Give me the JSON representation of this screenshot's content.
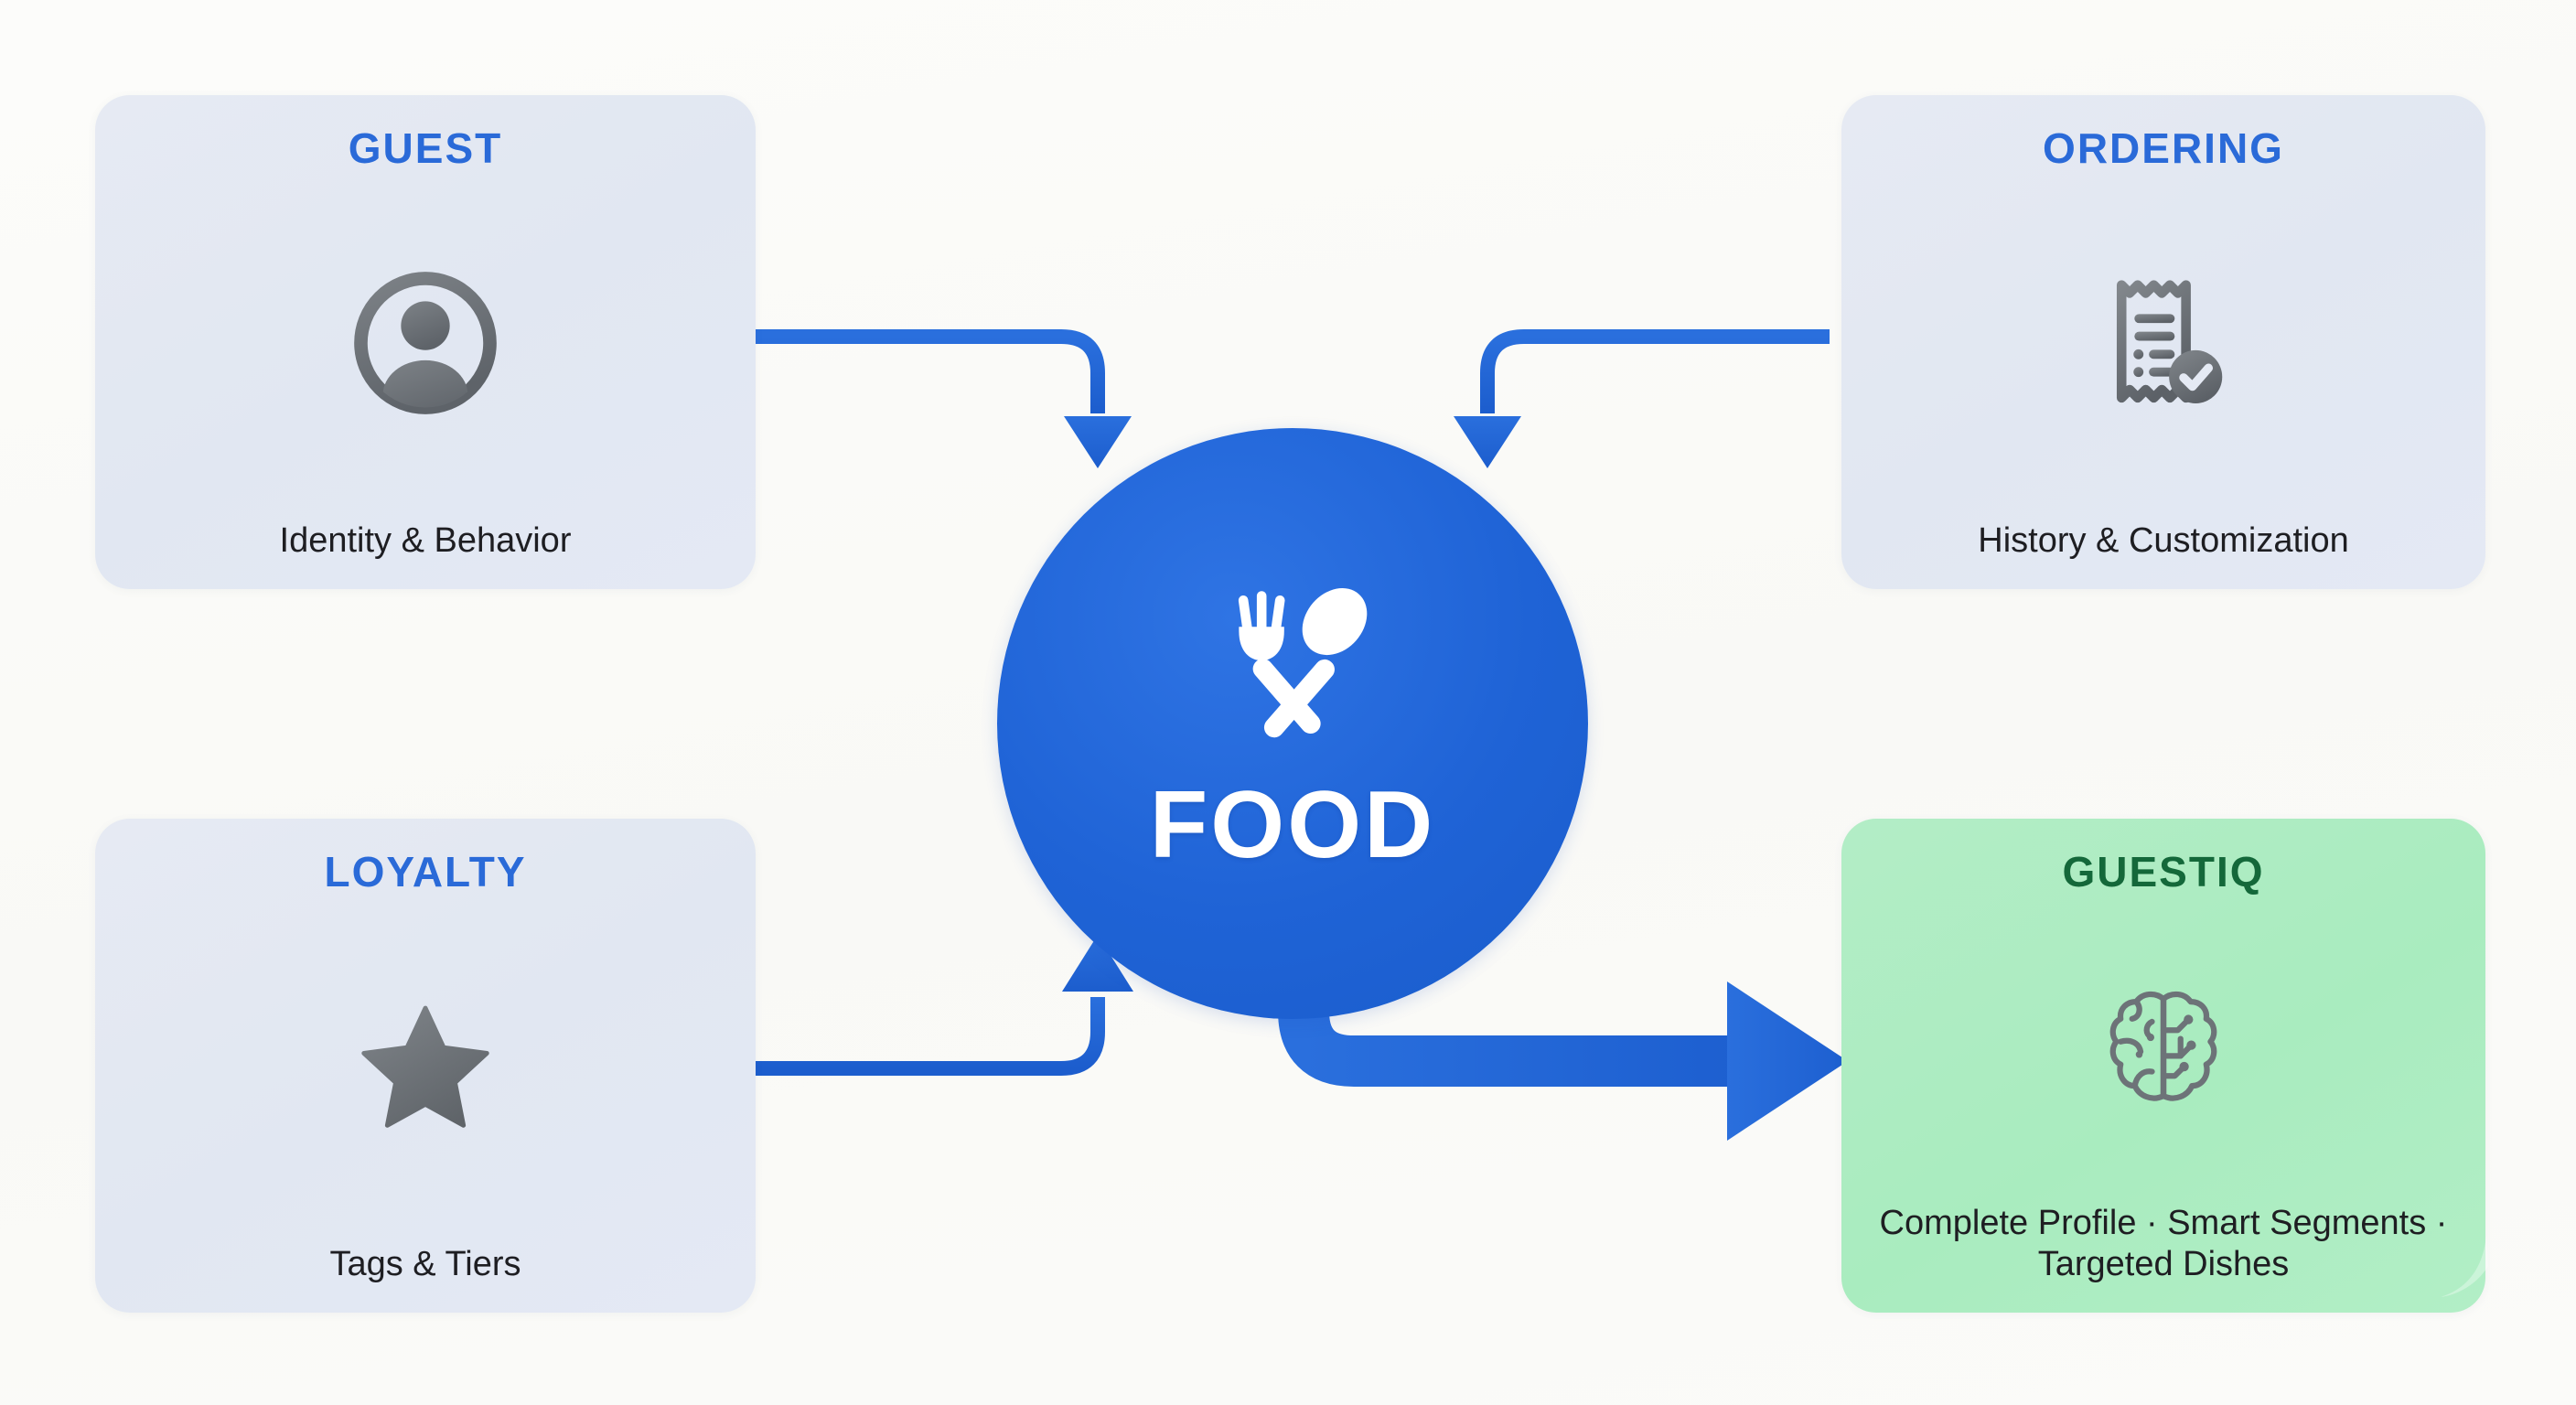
{
  "diagram": {
    "title": "FOOD guest data convergence diagram",
    "background_color": "#fbfbf8",
    "accent_blue": "#2a6ad8",
    "hub_blue": "#1f63d6",
    "card_blue_bg": "#e3e8f3",
    "card_green_bg": "#ade9c1",
    "green_title_color": "#14683a",
    "icon_gray": "#6d7378",
    "caption_color": "#1e1e22"
  },
  "hub": {
    "label": "FOOD",
    "icon": "fork-and-spoon-icon",
    "color": "#1f63d6",
    "text_color": "#ffffff"
  },
  "cards": [
    {
      "id": "guest",
      "title": "GUEST",
      "caption": "Identity & Behavior",
      "icon": "user-avatar-icon",
      "variant": "blue",
      "position": "top-left"
    },
    {
      "id": "ordering",
      "title": "ORDERING",
      "caption": "History & Customization",
      "icon": "receipt-check-icon",
      "variant": "blue",
      "position": "top-right"
    },
    {
      "id": "loyalty",
      "title": "LOYALTY",
      "caption": "Tags & Tiers",
      "icon": "star-icon",
      "variant": "blue",
      "position": "bottom-left"
    },
    {
      "id": "guestiq",
      "title": "GUESTIQ",
      "caption": "Complete Profile · Smart Segments · Targeted Dishes",
      "icon": "brain-circuit-icon",
      "variant": "green",
      "position": "bottom-right"
    }
  ],
  "connectors": [
    {
      "id": "guest-to-food",
      "from": "GUEST",
      "to": "FOOD",
      "style": "thin",
      "direction": "down",
      "color": "#1f63d6"
    },
    {
      "id": "ordering-to-food",
      "from": "ORDERING",
      "to": "FOOD",
      "style": "thin",
      "direction": "down",
      "color": "#1f63d6"
    },
    {
      "id": "loyalty-to-food",
      "from": "LOYALTY",
      "to": "FOOD",
      "style": "thin",
      "direction": "up",
      "color": "#1f63d6"
    },
    {
      "id": "food-to-guestiq",
      "from": "FOOD",
      "to": "GUESTIQ",
      "style": "thick",
      "direction": "right",
      "color": "#1f63d6"
    }
  ]
}
